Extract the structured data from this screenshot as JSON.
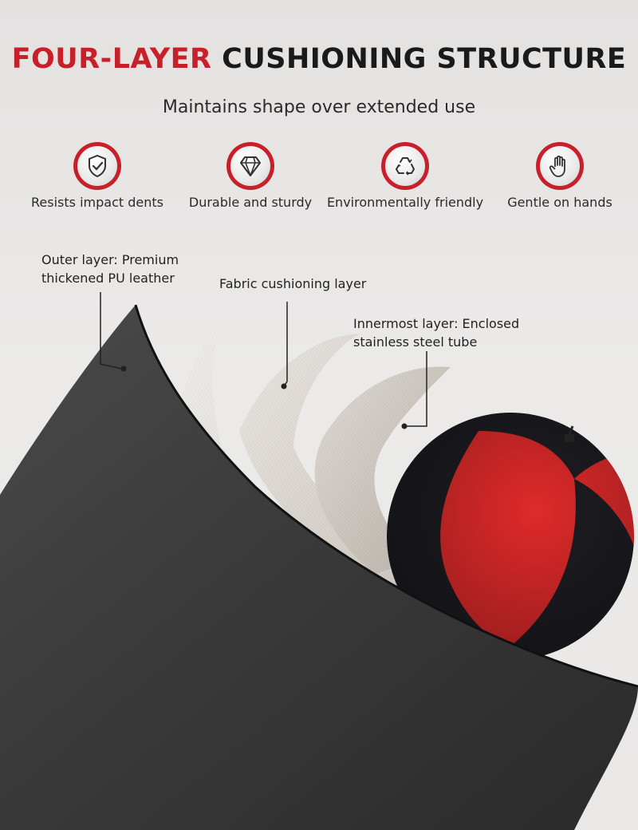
{
  "header": {
    "title_accent": "FOUR-LAYER",
    "title_rest": "CUSHIONING STRUCTURE",
    "subtitle": "Maintains shape over extended use"
  },
  "features": [
    {
      "icon": "shield-check-icon",
      "label": "Resists impact dents"
    },
    {
      "icon": "diamond-icon",
      "label": "Durable and sturdy"
    },
    {
      "icon": "recycle-icon",
      "label": "Environmentally friendly"
    },
    {
      "icon": "hand-icon",
      "label": "Gentle on hands"
    }
  ],
  "callouts": {
    "outer": "Outer layer: Premium thickened PU leather",
    "fabric": "Fabric cushioning layer",
    "inner": "Innermost layer: Enclosed stainless steel tube"
  },
  "colors": {
    "accent": "#c8202a",
    "leather": "#3a3a3a",
    "fabric": "#ddd8d2",
    "ball_red": "#e02a2a"
  }
}
